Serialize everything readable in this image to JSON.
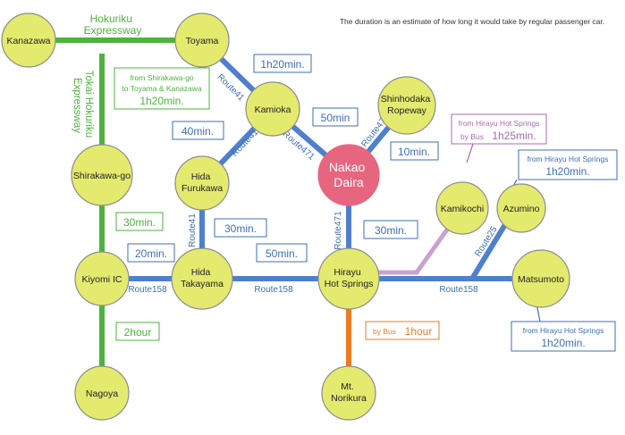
{
  "note": "The duration is an estimate of how long it would take by regular passenger car.",
  "colors": {
    "expressway": "#4db33d",
    "route": "#4f7fcf",
    "bus": "#f07a1e",
    "bus_kamikochi": "#c9a3cf",
    "node_fill": "#e4ea6e",
    "node_stroke": "#8c8c8c",
    "center_fill": "#e8657f",
    "label_blue": "#3f6fb5",
    "label_green": "#4db33d",
    "label_purple": "#a86bb0"
  },
  "nodes": {
    "kanazawa": "Kanazawa",
    "toyama": "Toyama",
    "kamioka": "Kamioka",
    "shinhodaka": [
      "Shinhodaka",
      "Ropeway"
    ],
    "nakao": [
      "Nakao",
      "Daira"
    ],
    "shirakawa": "Shirakawa-go",
    "hida_furukawa": [
      "Hida",
      "Furukawa"
    ],
    "kamikochi": "Kamikochi",
    "azumino": "Azumino",
    "kiyomi": "Kiyomi IC",
    "hida_takayama": [
      "Hida",
      "Takayama"
    ],
    "hirayu": [
      "Hirayu",
      "Hot Springs"
    ],
    "matsumoto": "Matsumoto",
    "nagoya": "Nagoya",
    "norikura": [
      "Mt.",
      "Norikura"
    ]
  },
  "roads": {
    "hokuriku": [
      "Hokuriku",
      "Expressway"
    ],
    "tokai": [
      "Tokai Hokuriku",
      "Expressway"
    ],
    "route41_a": "Route41",
    "route41_b": "Route41",
    "route41_c": "Route41",
    "route471_a": "Route471",
    "route471_b": "Route471",
    "route475": "Route475",
    "route158_a": "Route158",
    "route158_b": "Route158",
    "route158_c": "Route158",
    "route25": "Route25"
  },
  "times": {
    "toyama_kamioka": "1h20min.",
    "kamioka_nakao": "50min",
    "kamioka_furukawa": "40min.",
    "shinhodaka_nakao": "10min.",
    "furukawa_takayama": "30min.",
    "nakao_hirayu": "30min.",
    "shirakawa_kiyomi": "30min.",
    "kiyomi_takayama": "20min.",
    "takayama_hirayu": "50min.",
    "kiyomi_nagoya": "2hour"
  },
  "callouts": {
    "shirakawa": [
      "from Shirakawa-go",
      "to Toyama & Kanazawa",
      "1h20min."
    ],
    "kamikochi": [
      "from Hirayu Hot Springs",
      "by Bus",
      "1h25min."
    ],
    "azumino": [
      "from Hirayu Hot Springs",
      "1h20min."
    ],
    "matsumoto": [
      "from Hirayu Hot Springs",
      "1h20min."
    ],
    "norikura": [
      "by Bus",
      "1hour"
    ]
  }
}
